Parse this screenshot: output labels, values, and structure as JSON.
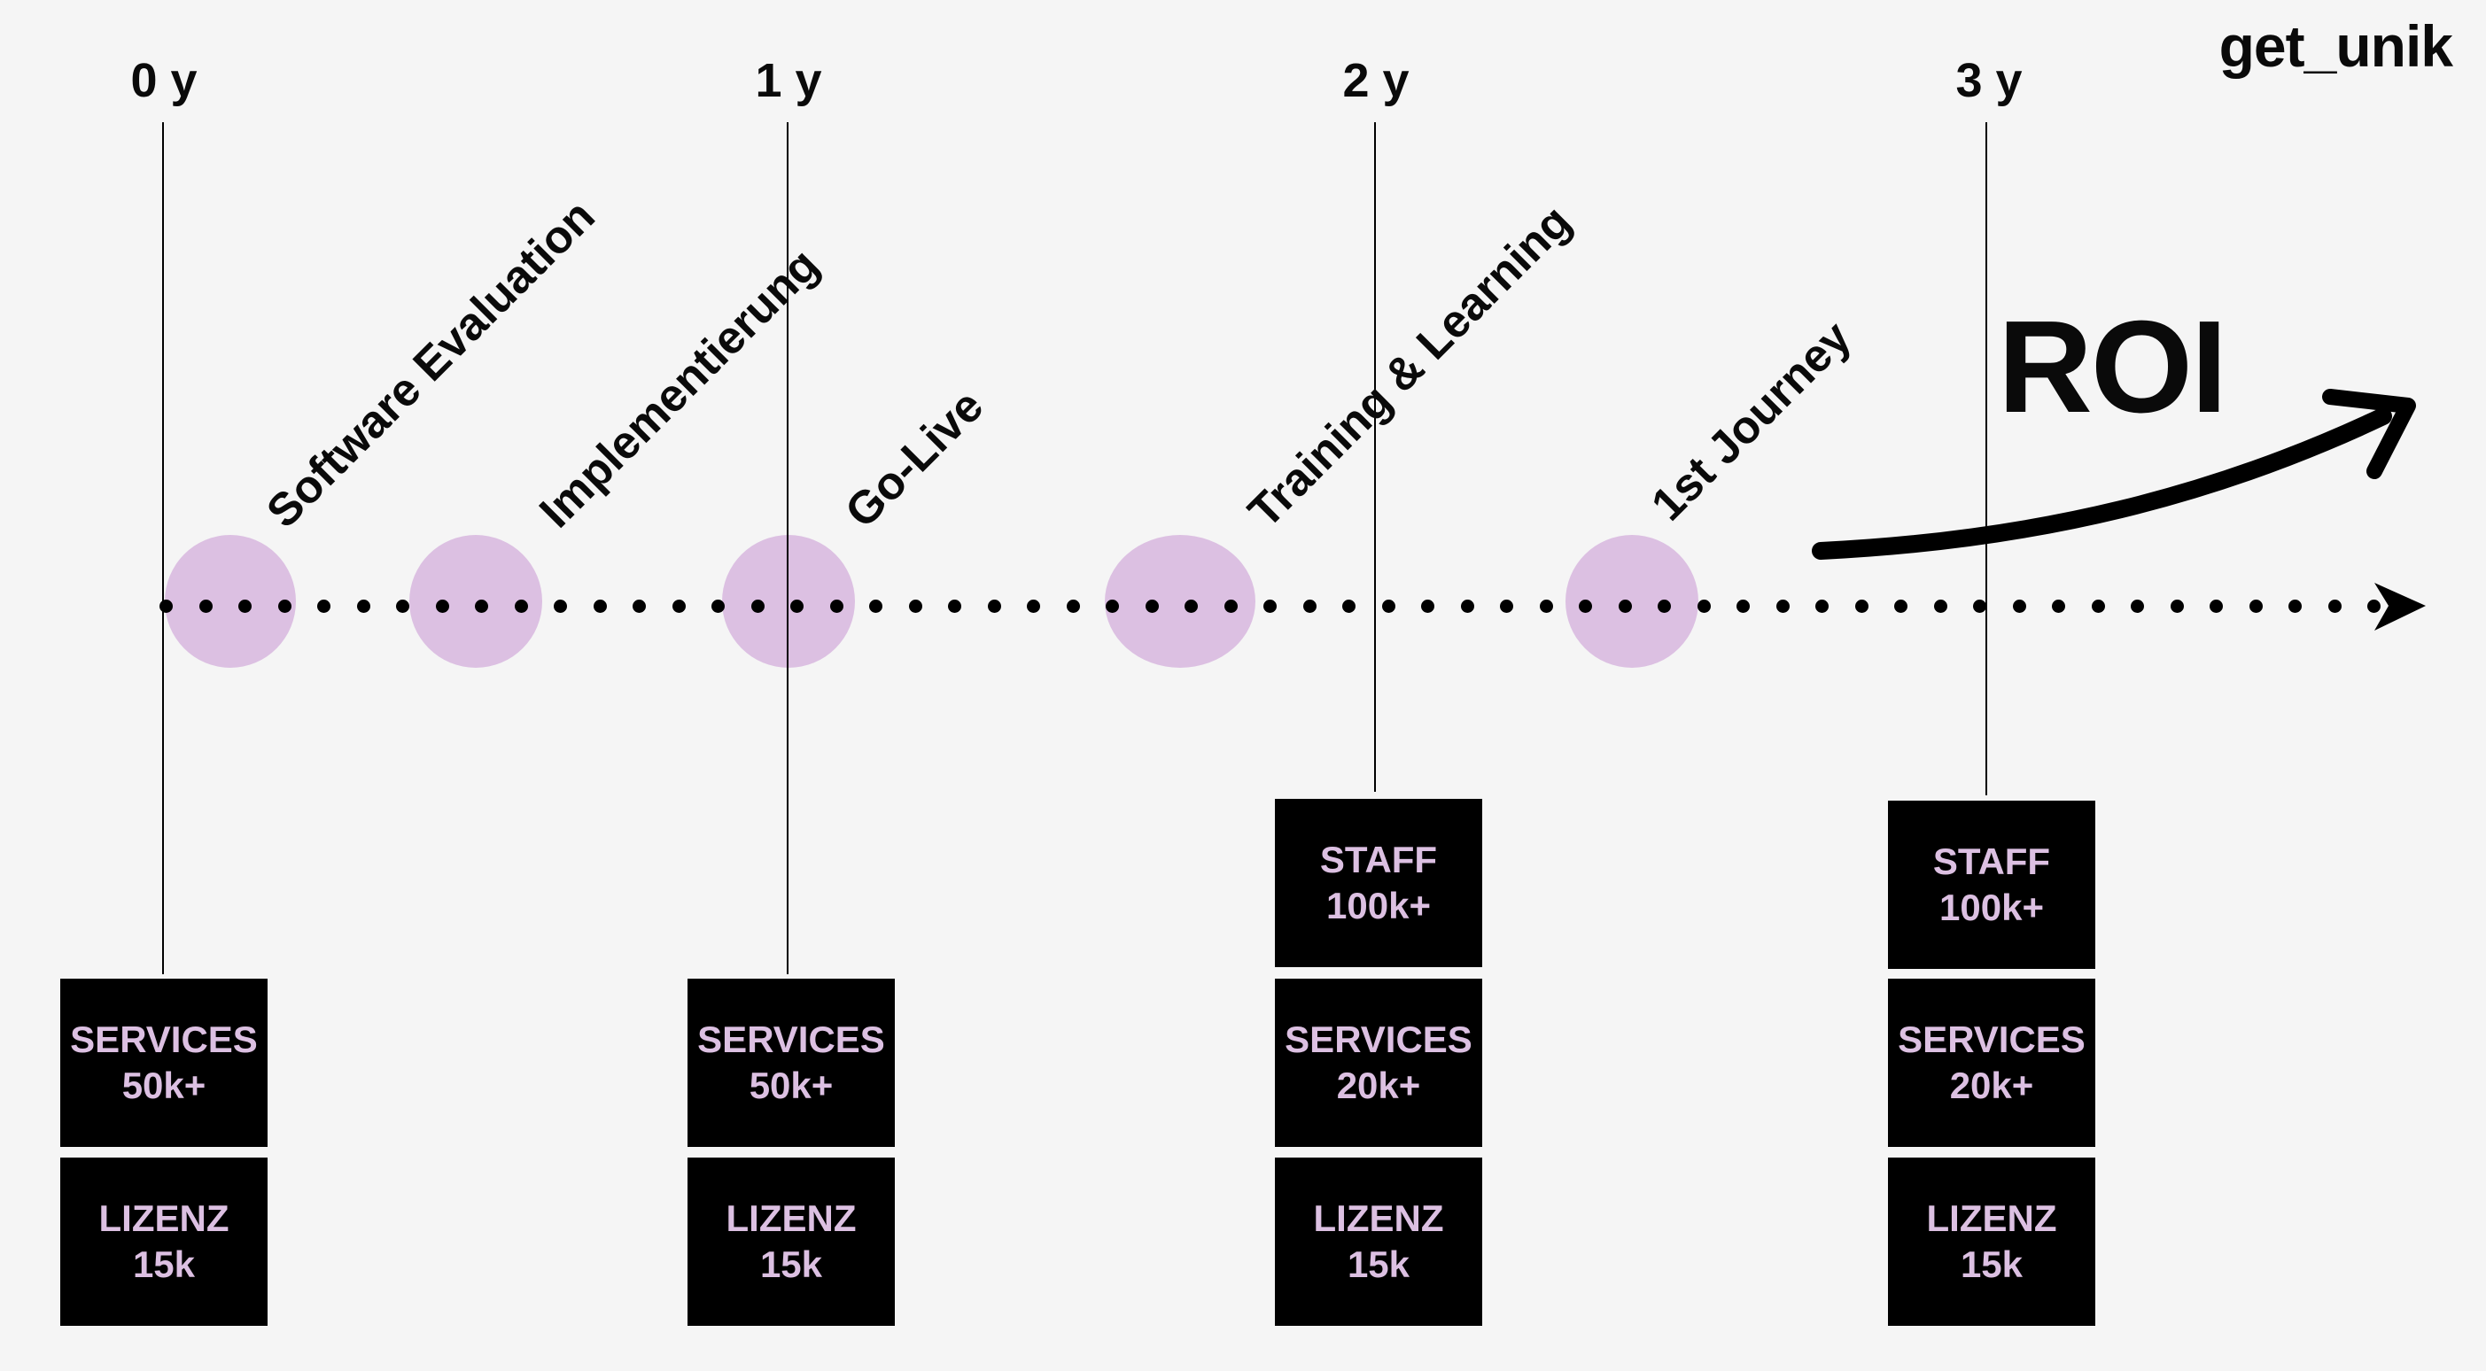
{
  "brand": "get_unik",
  "years": [
    "0 y",
    "1 y",
    "2 y",
    "3 y"
  ],
  "milestones": [
    "Software Evaluation",
    "Implementierung",
    "Go-Live",
    "Training & Learning",
    "1st Journey"
  ],
  "roi_label": "ROI",
  "cost_columns": [
    {
      "year": "0 y",
      "boxes": [
        {
          "title": "SERVICES",
          "amount": "50k+"
        },
        {
          "title": "LIZENZ",
          "amount": "15k"
        }
      ]
    },
    {
      "year": "1 y",
      "boxes": [
        {
          "title": "SERVICES",
          "amount": "50k+"
        },
        {
          "title": "LIZENZ",
          "amount": "15k"
        }
      ]
    },
    {
      "year": "2 y",
      "boxes": [
        {
          "title": "STAFF",
          "amount": "100k+"
        },
        {
          "title": "SERVICES",
          "amount": "20k+"
        },
        {
          "title": "LIZENZ",
          "amount": "15k"
        }
      ]
    },
    {
      "year": "3 y",
      "boxes": [
        {
          "title": "STAFF",
          "amount": "100k+"
        },
        {
          "title": "SERVICES",
          "amount": "20k+"
        },
        {
          "title": "LIZENZ",
          "amount": "15k"
        }
      ]
    }
  ],
  "colors": {
    "accent": "#dcc0e2",
    "ink": "#000000",
    "background": "#f5f5f5"
  }
}
